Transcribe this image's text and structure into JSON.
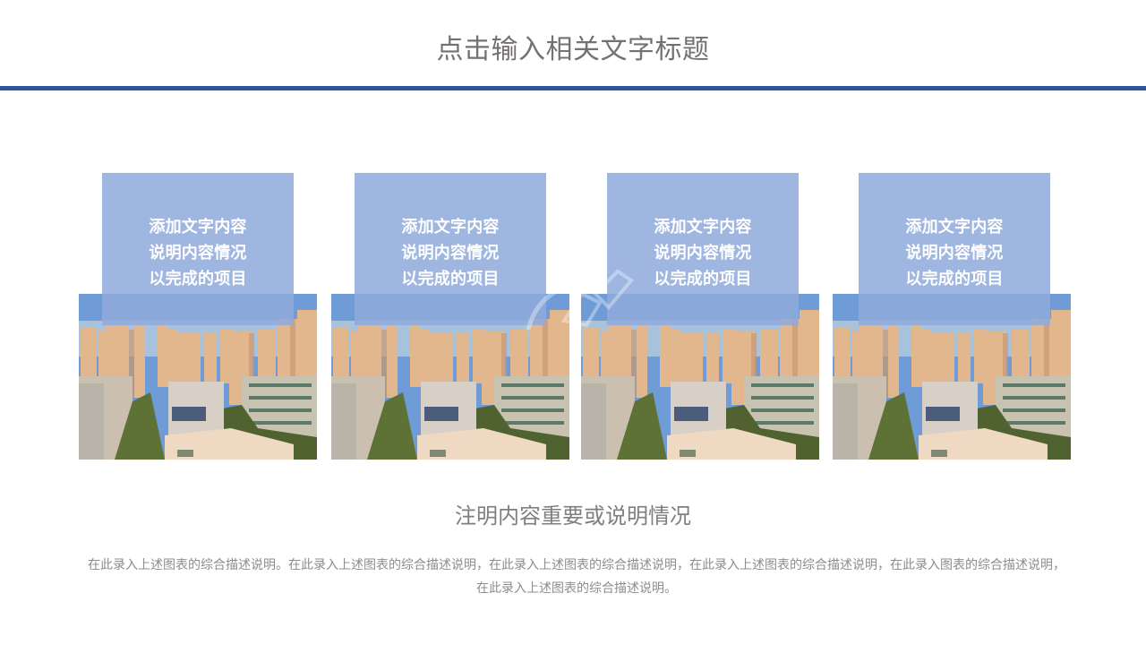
{
  "header": {
    "title": "点击输入相关文字标题",
    "bar_color": "#2f5597"
  },
  "cards": [
    {
      "lines": [
        "添加文字内容",
        "说明内容情况",
        "以完成的项目"
      ],
      "image": "city-skyline-photo"
    },
    {
      "lines": [
        "添加文字内容",
        "说明内容情况",
        "以完成的项目"
      ],
      "image": "city-skyline-photo"
    },
    {
      "lines": [
        "添加文字内容",
        "说明内容情况",
        "以完成的项目"
      ],
      "image": "city-skyline-photo"
    },
    {
      "lines": [
        "添加文字内容",
        "说明内容情况",
        "以完成的项目"
      ],
      "image": "city-skyline-photo"
    }
  ],
  "card_color": "#8faadc",
  "footer": {
    "subtitle": "注明内容重要或说明情况",
    "description": "在此录入上述图表的综合描述说明。在此录入上述图表的综合描述说明，在此录入上述图表的综合描述说明，在此录入上述图表的综合描述说明，在此录入图表的综合描述说明，在此录入上述图表的综合描述说明。"
  }
}
